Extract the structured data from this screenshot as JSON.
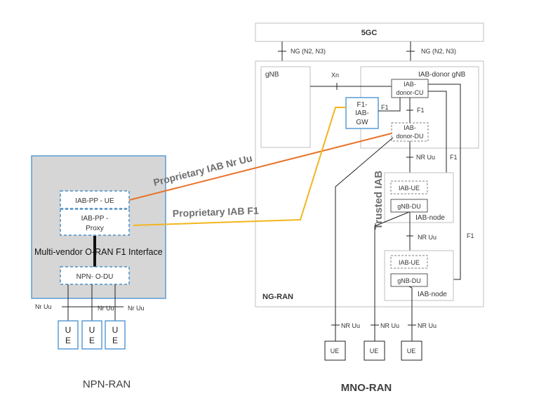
{
  "mno": {
    "core": "5GC",
    "ng_left": "NG (N2, N3)",
    "ng_right": "NG (N2, N3)",
    "gnb": "gNB",
    "xn": "Xn",
    "iab_donor_gnb": "IAB-donor gNB",
    "donor_cu": [
      "IAB-",
      "donor-CU"
    ],
    "donor_du": [
      "IAB-",
      "donor-DU"
    ],
    "f1_gw": [
      "F1-",
      "IAB-",
      "GW"
    ],
    "f1_gw_label": "F1",
    "f1_cu_label": "F1",
    "nr_uu_1": "NR Uu",
    "f1_1": "F1",
    "iab_ue_1": "IAB-UE",
    "gnb_du_1": "gNB-DU",
    "iab_node_1": "IAB-node",
    "nr_uu_2": "NR Uu",
    "f1_2": "F1",
    "iab_ue_2": "IAB-UE",
    "gnb_du_2": "gNB-DU",
    "iab_node_2": "IAB-node",
    "trusted_iab": "Trusted IAB",
    "ng_ran": "NG-RAN",
    "ue_links": [
      "NR Uu",
      "NR Uu",
      "NR Uu"
    ],
    "ues": [
      "UE",
      "UE",
      "UE"
    ],
    "caption": "MNO-RAN"
  },
  "npn": {
    "iab_pp_ue": "IAB-PP - UE",
    "iab_pp_proxy": [
      "IAB-PP -",
      "Proxy"
    ],
    "f1_interface": "Multi-vendor O-RAN F1 Interface",
    "npn_odu": "NPN- O-DU",
    "nr_uu_left": "Nr Uu",
    "nr_uu_mid": "Nr Uu",
    "nr_uu_right": "Nr Uu",
    "ues": [
      "U",
      "E",
      "U",
      "E",
      "U",
      "E"
    ],
    "caption": "NPN-RAN"
  },
  "links": {
    "prop_nr_uu": "Proprietary IAB Nr Uu",
    "prop_f1": "Proprietary IAB F1"
  },
  "colors": {
    "nr_uu_link": "#e8742a",
    "f1_link": "#f2b51e",
    "npn_bg": "#d6d6d6",
    "npn_border": "#5b9bd5",
    "gw_border": "#5b9bd5"
  }
}
